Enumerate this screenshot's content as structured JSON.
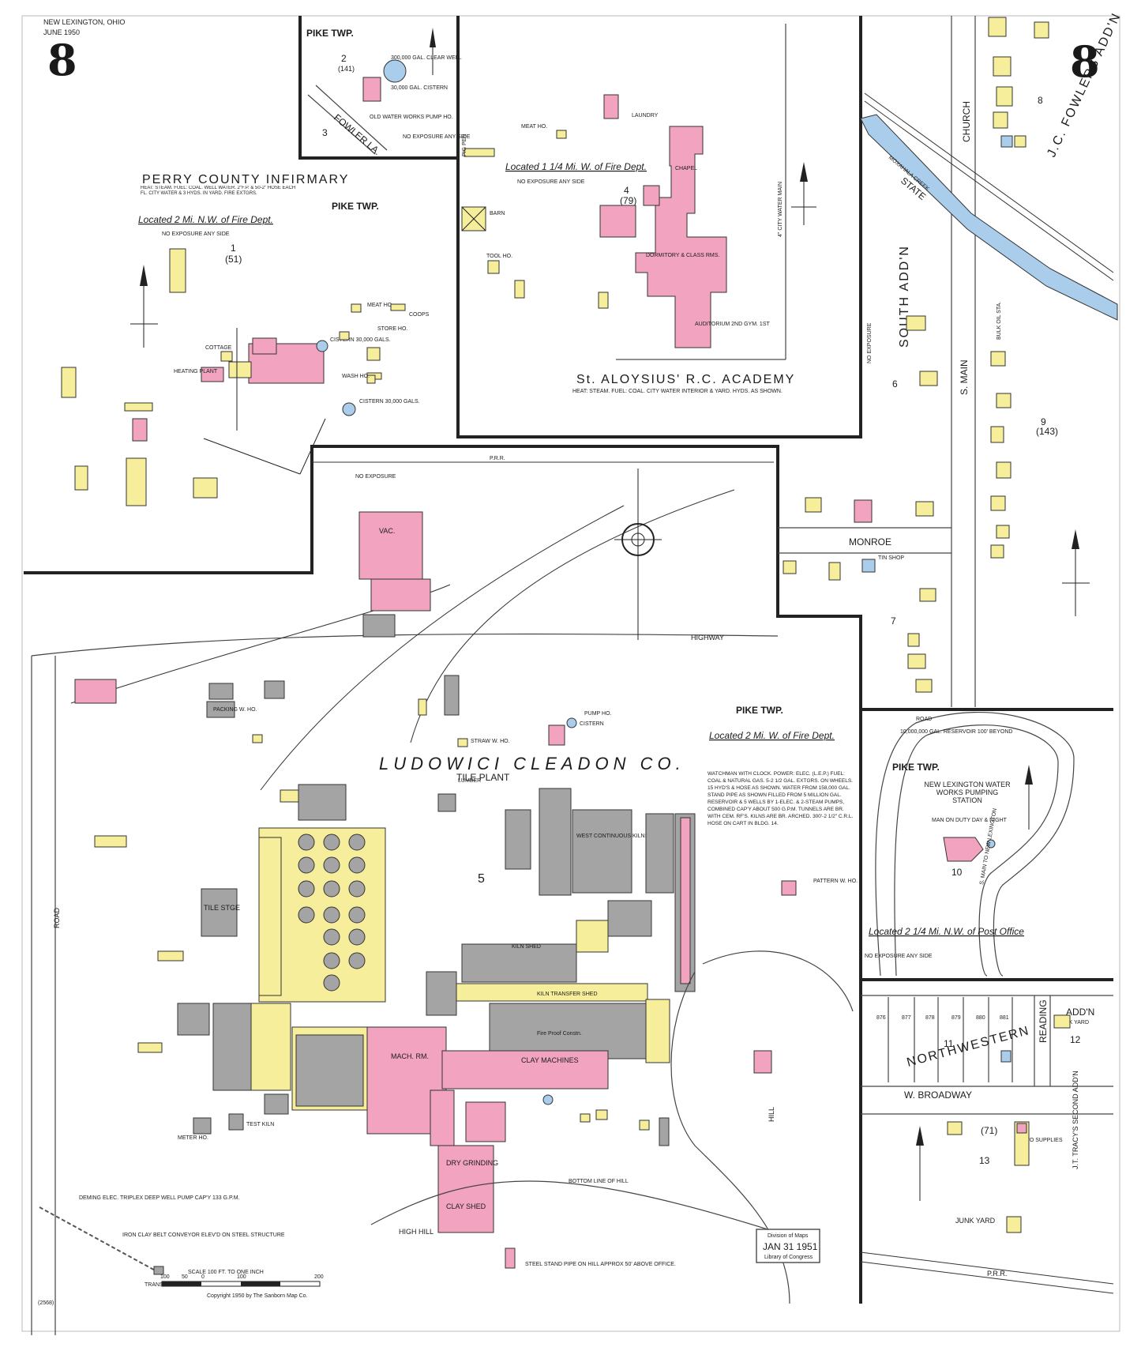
{
  "header": {
    "place": "NEW LEXINGTON, OHIO",
    "date": "JUNE 1950",
    "sheet_left": "8",
    "sheet_right": "8"
  },
  "north": {
    "pike_twp_top": "PIKE TWP.",
    "block2": "2",
    "block2_sub": "(141)",
    "clear_well": "300,000 GAL. CLEAR WELL",
    "cistern": "30,000 GAL. CISTERN",
    "old_water_works": "OLD WATER WORKS PUMP HO.",
    "fowler": "FOWLER LA.",
    "block3": "3",
    "no_exposure_any_side": "NO EXPOSURE ANY SIDE"
  },
  "infirmary": {
    "title": "PERRY COUNTY INFIRMARY",
    "heat": "HEAT: STEAM. FUEL: COAL. WELL WATER. 2\"F.P. & 50-2\" HOSE EACH FL. CITY WATER & 3 HYDS. IN YARD. FIRE EXTGRS.",
    "located": "Located 2 Mi. N.W. of Fire Dept.",
    "no_exposure": "NO EXPOSURE ANY SIDE",
    "pike_twp": "PIKE TWP.",
    "block": "1",
    "block_sub": "(51)",
    "cistern1": "CISTERN 30,000 GALS.",
    "cistern2": "CISTERN 30,000 GALS.",
    "cottage": "COTTAGE",
    "heating_plant": "HEATING PLANT",
    "store_ho": "STORE HO.",
    "coops": "COOPS",
    "meat_ho": "MEAT HO.",
    "wash_ho": "WASH HO."
  },
  "academy": {
    "title": "St. ALOYSIUS' R.C. ACADEMY",
    "heat": "HEAT: STEAM. FUEL: COAL. CITY WATER INTERIOR & YARD. HYDS. AS SHOWN.",
    "located": "Located 1 1/4 Mi. W. of Fire Dept.",
    "no_exposure": "NO EXPOSURE ANY SIDE",
    "block": "4",
    "block_sub": "(79)",
    "laundry": "LAUNDRY",
    "chapel": "CHAPEL",
    "dormitory": "DORMITORY & CLASS RMS.",
    "auditorium": "AUDITORIUM 2ND GYM. 1ST",
    "meat_ho": "MEAT HO.",
    "barn": "BARN",
    "tool_ho": "TOOL HO.",
    "pig_pen": "PIG PEN",
    "city_water_main": "4\" CITY WATER MAIN"
  },
  "east": {
    "church": "CHURCH",
    "fowlers_addn": "J.C. FOWLERS ADD'N",
    "state": "STATE",
    "creek": "MOXAHALA CREEK",
    "south_addn": "SOUTH ADD'N",
    "s_main": "S. MAIN",
    "block6": "6",
    "block9": "9",
    "block9_sub": "(143)",
    "block7": "7",
    "block8": "8",
    "monroe": "MONROE",
    "tin_shop": "TIN SHOP",
    "bulk_oil": "BULK OIL STA.",
    "no_exposure": "NO EXPOSURE"
  },
  "plant": {
    "title": "LUDOWICI CLEADON CO.",
    "subtitle": "TILE PLANT",
    "block": "5",
    "pike_twp": "PIKE TWP.",
    "located": "Located 2 Mi. W. of Fire Dept.",
    "watchman": "WATCHMAN WITH CLOCK. POWER: ELEC. (L.E.P.) FUEL: COAL & NATURAL GAS. 5-2 1/2 GAL. EXTGRS. ON WHEELS. 15 HYD'S & HOSE AS SHOWN. WATER FROM 158,000 GAL. STAND PIPE AS SHOWN FILLED FROM 5 MILLION GAL. RESERVOIR & 5 WELLS BY 1-ELEC. & 2-STEAM PUMPS, COMBINED CAP'Y ABOUT 500 G.P.M. TUNNELS ARE BR. WITH CEM. RF'S. KILNS ARE BR. ARCHED. 300'-2 1/2\" C.R.L. HOSE ON CART IN BLDG. 14.",
    "vac": "VAC.",
    "tile_stge": "TILE STGE",
    "west_continuous_kilns": "WEST CONTINUOUS KILNS",
    "kiln_shed": "KILN SHED",
    "kiln_transfer_shed": "KILN TRANSFER SHED",
    "clay_machines": "CLAY MACHINES",
    "mach_rm": "MACH. RM.",
    "clay_shed": "CLAY SHED",
    "dry_grinding": "DRY GRINDING",
    "fire_proof": "Fire Proof Constn.",
    "lumber": "LUMBER",
    "packing": "PACKING W. HO.",
    "straw_who": "STRAW W. HO.",
    "pump_ho": "PUMP HO.",
    "cistern": "CISTERN",
    "pattern_who": "PATTERN W. HO.",
    "test_kiln": "TEST KILN",
    "meter_ho": "METER HO.",
    "transfer_ho": "TRANSFER HO.",
    "high_hill": "HIGH HILL",
    "highway": "HIGHWAY",
    "prr": "P.R.R.",
    "road": "ROAD",
    "bottom_line_hill": "BOTTOM LINE OF HILL",
    "hill": "HILL",
    "no_exposure": "NO EXPOSURE",
    "steel_stand_pipe": "STEEL STAND PIPE ON HILL APPROX 50' ABOVE OFFICE.",
    "clay_belt": "IRON CLAY BELT CONVEYOR ELEV'D ON STEEL STRUCTURE",
    "deep_well": "DEMING ELEC. TRIPLEX DEEP WELL PUMP CAP'Y 133 G.P.M."
  },
  "waterworks": {
    "pike_twp": "PIKE TWP.",
    "reservoir": "10,000,000 GAL. RESERVOIR 100' BEYOND",
    "name": "NEW LEXINGTON WATER WORKS PUMPING STATION",
    "watch": "MAN ON DUTY DAY & NIGHT",
    "block": "10",
    "located": "Located 2 1/4 Mi. N.W. of Post Office",
    "no_exposure": "NO EXPOSURE ANY SIDE",
    "road": "ROAD",
    "to_town": "S. MAIN TO NEW LEXINGTON"
  },
  "southeast": {
    "northwestern": "NORTHWESTERN",
    "block11": "11",
    "reading": "READING",
    "addn": "ADD'N",
    "block12": "12",
    "junk_yard": "JUNK YARD",
    "w_broadway": "W. BROADWAY",
    "block13": "13",
    "block71": "(71)",
    "auto_supplies": "AUTO SUPPLIES",
    "tracys_addn": "J.T. TRACY'S SECOND ADD'N",
    "prr": "P.R.R.",
    "lots": [
      "876",
      "877",
      "878",
      "879",
      "880",
      "881"
    ]
  },
  "footer": {
    "scale": "SCALE 100 FT. TO ONE INCH",
    "scale_ticks": [
      "100",
      "50",
      "0",
      "100",
      "200"
    ],
    "copyright": "Copyright 1950 by The Sanborn Map Co.",
    "code": "(2568)",
    "stamp_line1": "Division of Maps",
    "stamp_line2": "JAN 31 1951",
    "stamp_line3": "Library of Congress"
  },
  "colors": {
    "brick": "#f2a3bf",
    "frame": "#f6ee9a",
    "iron": "#a4a4a4",
    "stone": "#a9cdea"
  },
  "icons": [
    "north-arrow-icon",
    "compass-rose-icon",
    "hydrant-icon"
  ]
}
